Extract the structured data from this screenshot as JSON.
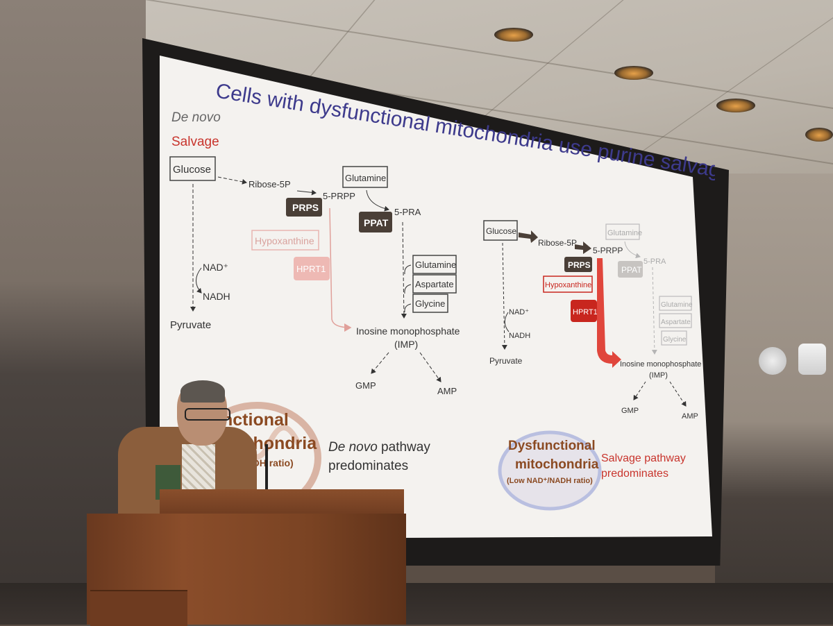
{
  "slide": {
    "title_line1": "Cells with dysfunctional mitochondria use purine salvage",
    "legend": {
      "de_novo": "De novo",
      "salvage": "Salvage"
    },
    "left_pathway": {
      "glucose": "Glucose",
      "ribose5p": "Ribose-5P",
      "prpp": "5-PRPP",
      "prps": "PRPS",
      "glutamine_top": "Glutamine",
      "pra": "5-PRA",
      "ppat": "PPAT",
      "hypoxanthine": "Hypoxanthine",
      "hprt1": "HPRT1",
      "nad": "NAD⁺",
      "nadh": "NADH",
      "pyruvate": "Pyruvate",
      "glutamine": "Glutamine",
      "aspartate": "Aspartate",
      "glycine": "Glycine",
      "imp1": "Inosine monophosphate",
      "imp2": "(IMP)",
      "gmp": "GMP",
      "amp": "AMP"
    },
    "right_pathway": {
      "glucose": "Glucose",
      "ribose5p": "Ribose-5P",
      "prpp": "5-PRPP",
      "prps": "PRPS",
      "glutamine_top": "Glutamine",
      "pra": "5-PRA",
      "ppat": "PPAT",
      "hypoxanthine": "Hypoxanthine",
      "hprt1": "HPRT1",
      "nad": "NAD⁺",
      "nadh": "NADH",
      "pyruvate": "Pyruvate",
      "glutamine": "Glutamine",
      "aspartate": "Aspartate",
      "glycine": "Glycine",
      "imp1": "Inosine monophosphate",
      "imp2": "(IMP)",
      "gmp": "GMP",
      "amp": "AMP"
    },
    "functional": {
      "line1": "nctional",
      "line2": "itochondria",
      "line3": "D⁺/NADH ratio)",
      "caption_italic": "De novo",
      "caption_rest": " pathway",
      "caption_line2": "predominates"
    },
    "dysfunctional": {
      "line1": "Dysfunctional",
      "line2": "mitochondria",
      "line3": "(Low NAD⁺/NADH ratio)",
      "caption_line1": "Salvage pathway",
      "caption_line2": "predominates"
    },
    "colors": {
      "title": "#3d3a8c",
      "salvage_red": "#c8342c",
      "box_dark": "#4a3f37",
      "hprt_pale": "#e8b4b0",
      "hprt_red": "#c8261e",
      "mito_brown": "#8b4a22"
    }
  }
}
